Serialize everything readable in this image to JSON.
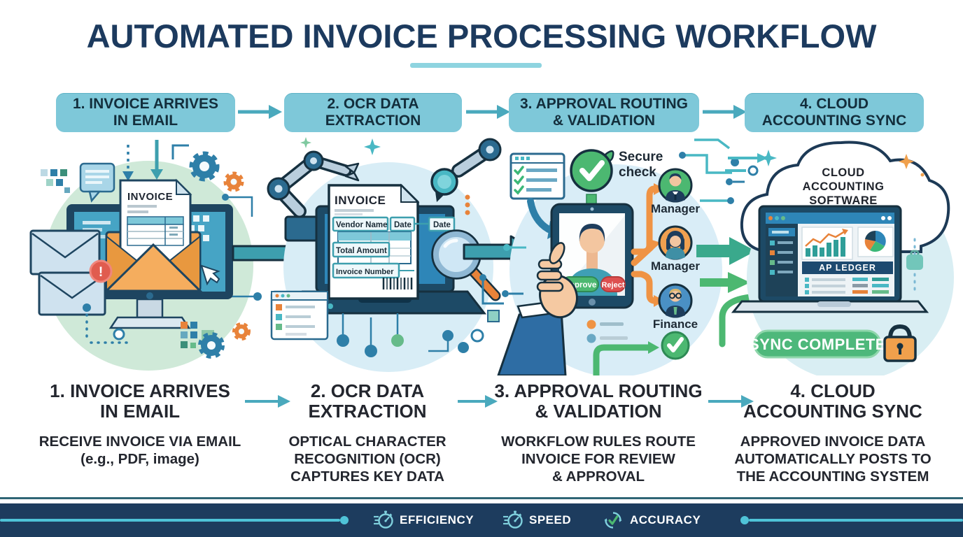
{
  "title": "AUTOMATED INVOICE PROCESSING WORKFLOW",
  "colors": {
    "navy": "#1c3a5e",
    "step_box_teal": "#7ec8d9",
    "arrow_teal": "#3d9fae",
    "green": "#4cb871",
    "orange": "#ef9344",
    "red": "#e05c4f",
    "footer_bg": "#1d3c5e",
    "footer_line": "#4fc3d8"
  },
  "steps": [
    {
      "header": "1. INVOICE ARRIVES\nIN EMAIL",
      "desc_title": "1. INVOICE ARRIVES\nIN EMAIL",
      "desc_body": "RECEIVE INVOICE VIA EMAIL\n(e.g., PDF, image)"
    },
    {
      "header": "2. OCR DATA\nEXTRACTION",
      "desc_title": "2. OCR DATA\nEXTRACTION",
      "desc_body": "OPTICAL CHARACTER\nRECOGNITION (OCR)\nCAPTURES KEY DATA"
    },
    {
      "header": "3. APPROVAL ROUTING\n& VALIDATION",
      "desc_title": "3. APPROVAL ROUTING\n& VALIDATION",
      "desc_body": "WORKFLOW RULES ROUTE\nINVOICE FOR REVIEW\n& APPROVAL"
    },
    {
      "header": "4. CLOUD\nACCOUNTING SYNC",
      "desc_title": "4. CLOUD\nACCOUNTING SYNC",
      "desc_body": "APPROVED INVOICE DATA\nAUTOMATICALLY POSTS TO\nTHE ACCOUNTING SYSTEM"
    }
  ],
  "illustration": {
    "email": {
      "doc_title": "INVOICE",
      "alert": "!"
    },
    "ocr": {
      "doc_title": "INVOICE",
      "field_vendor": "Vendor Name",
      "field_date": "Date",
      "field_date2": "Date",
      "field_total": "Total Amount",
      "field_invoice_no": "Invoice Number"
    },
    "approval": {
      "secure_line1": "Secure",
      "secure_line2": "check",
      "approve": "Approve",
      "reject": "Reject",
      "approver1": "Manager",
      "approver2": "Manager",
      "approver3": "Finance"
    },
    "cloud": {
      "line1": "CLOUD",
      "line2": "ACCOUNTING",
      "line3": "SOFTWARE",
      "ledger": "AP LEDGER",
      "sync": "SYNC COMPLETE"
    }
  },
  "footer": {
    "badges": [
      {
        "icon": "stopwatch-icon",
        "label": "EFFICIENCY"
      },
      {
        "icon": "stopwatch-icon",
        "label": "SPEED"
      },
      {
        "icon": "check-circle-icon",
        "label": "ACCURACY"
      }
    ]
  }
}
